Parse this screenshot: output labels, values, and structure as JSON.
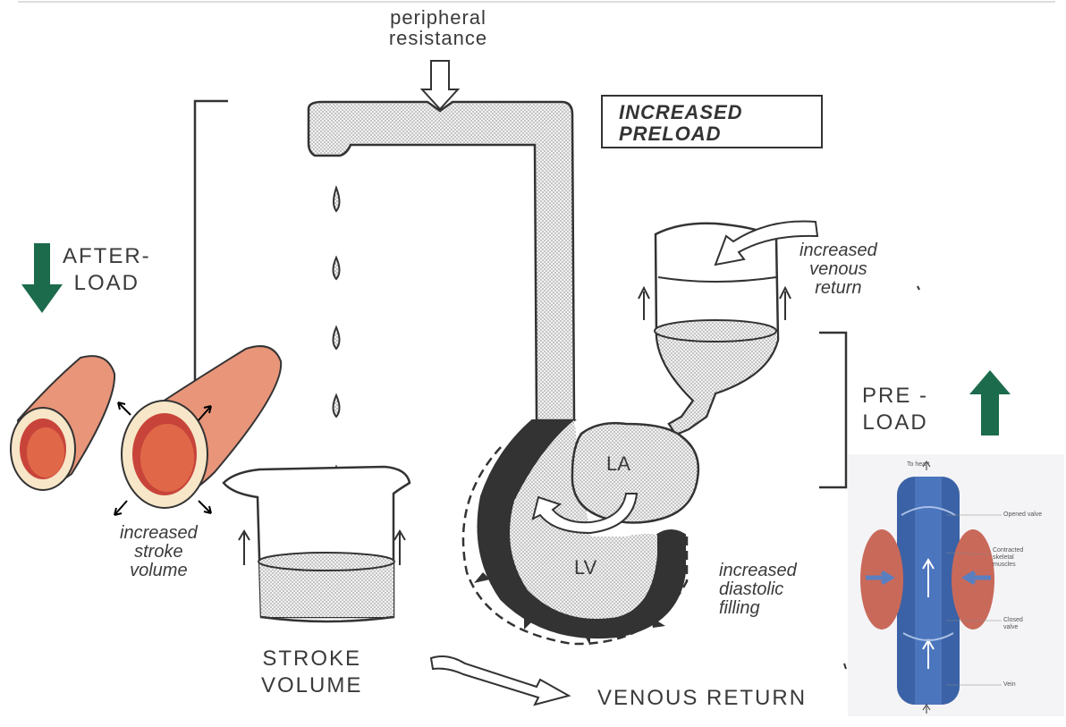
{
  "labels": {
    "peripheral_resistance": "peripheral\nresistance",
    "increased_preload": "INCREASED\nPRELOAD",
    "afterload": "AFTER-\nLOAD",
    "preload": "PRE -\nLOAD",
    "increased_venous_return": "increased\nvenous\nreturn",
    "increased_stroke_volume": "increased\nstroke\nvolume",
    "increased_diastolic_filling": "increased\ndiastolic\nfilling",
    "stroke_volume": "STROKE\nVOLUME",
    "venous_return": "VENOUS RETURN",
    "la": "LA",
    "lv": "LV"
  },
  "vein_inset": {
    "to_heart": "To heart",
    "opened_valve": "Opened valve",
    "contracted_muscles": "Contracted\nskeletal\nmuscles",
    "closed_valve": "Closed\nvalve",
    "vein": "Vein"
  },
  "colors": {
    "arrow_green": "#1c6b4c",
    "vessel_outer": "#e8957a",
    "vessel_lumen": "#d9534a",
    "vein_blue": "#3b62a6",
    "muscle_red": "#c9695a"
  },
  "icons": {
    "afterload_arrow": "arrow-down-icon",
    "preload_arrow": "arrow-up-icon"
  }
}
